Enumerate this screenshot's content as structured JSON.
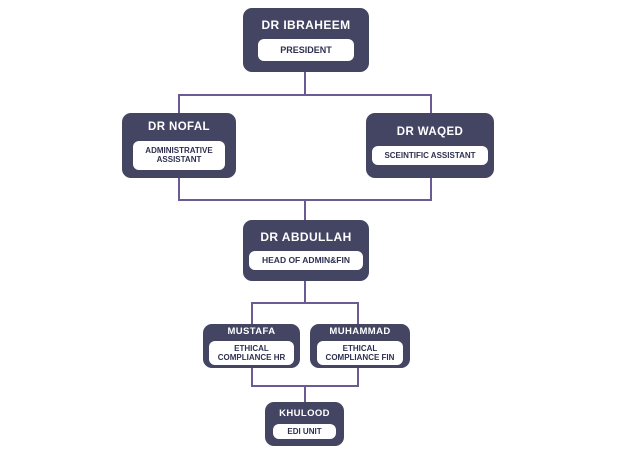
{
  "chart_data": {
    "type": "diagram",
    "subtype": "organizational-chart",
    "title": "",
    "orientation": "top-down",
    "node_color": "#434563",
    "label_color": "#FFFFFF",
    "pill_background": "#FFFFFF",
    "pill_text_color": "#2F3050",
    "connector_color": "#6B5B95",
    "background": "#FFFFFF",
    "levels": 5,
    "nodes": [
      {
        "id": "ibraheem",
        "name": "DR IBRAHEEM",
        "title": "PRESIDENT",
        "level": 1,
        "parent": null
      },
      {
        "id": "nofal",
        "name": "DR NOFAL",
        "title": "ADMINISTRATIVE ASSISTANT",
        "level": 2,
        "parent": "ibraheem"
      },
      {
        "id": "waqed",
        "name": "DR WAQED",
        "title": "SCEINTIFIC ASSISTANT",
        "level": 2,
        "parent": "ibraheem"
      },
      {
        "id": "abdullah",
        "name": "DR ABDULLAH",
        "title": "HEAD OF ADMIN&FIN",
        "level": 3,
        "parent": "nofal,waqed"
      },
      {
        "id": "mustafa",
        "name": "MUSTAFA",
        "title": "ETHICAL COMPLIANCE HR",
        "level": 4,
        "parent": "abdullah"
      },
      {
        "id": "muhammad",
        "name": "MUHAMMAD",
        "title": "ETHICAL COMPLIANCE FIN",
        "level": 4,
        "parent": "abdullah"
      },
      {
        "id": "khulood",
        "name": "KHULOOD",
        "title": "EDI UNIT",
        "level": 5,
        "parent": "mustafa,muhammad"
      }
    ],
    "edges": [
      {
        "from": "ibraheem",
        "to": "nofal"
      },
      {
        "from": "ibraheem",
        "to": "waqed"
      },
      {
        "from": "nofal",
        "to": "abdullah"
      },
      {
        "from": "waqed",
        "to": "abdullah"
      },
      {
        "from": "abdullah",
        "to": "mustafa"
      },
      {
        "from": "abdullah",
        "to": "muhammad"
      },
      {
        "from": "mustafa",
        "to": "khulood"
      },
      {
        "from": "muhammad",
        "to": "khulood"
      }
    ]
  },
  "nodes": {
    "ibraheem": {
      "name": "DR IBRAHEEM",
      "title": "PRESIDENT"
    },
    "nofal": {
      "name": "DR NOFAL",
      "title_line1": "ADMINISTRATIVE",
      "title_line2": "ASSISTANT"
    },
    "waqed": {
      "name": "DR WAQED",
      "title": "SCEINTIFIC ASSISTANT"
    },
    "abdullah": {
      "name": "DR ABDULLAH",
      "title": "HEAD OF ADMIN&FIN"
    },
    "mustafa": {
      "name": "MUSTAFA",
      "title_line1": "ETHICAL",
      "title_line2": "COMPLIANCE HR"
    },
    "muhammad": {
      "name": "MUHAMMAD",
      "title_line1": "ETHICAL",
      "title_line2": "COMPLIANCE FIN"
    },
    "khulood": {
      "name": "KHULOOD",
      "title": "EDI UNIT"
    }
  }
}
